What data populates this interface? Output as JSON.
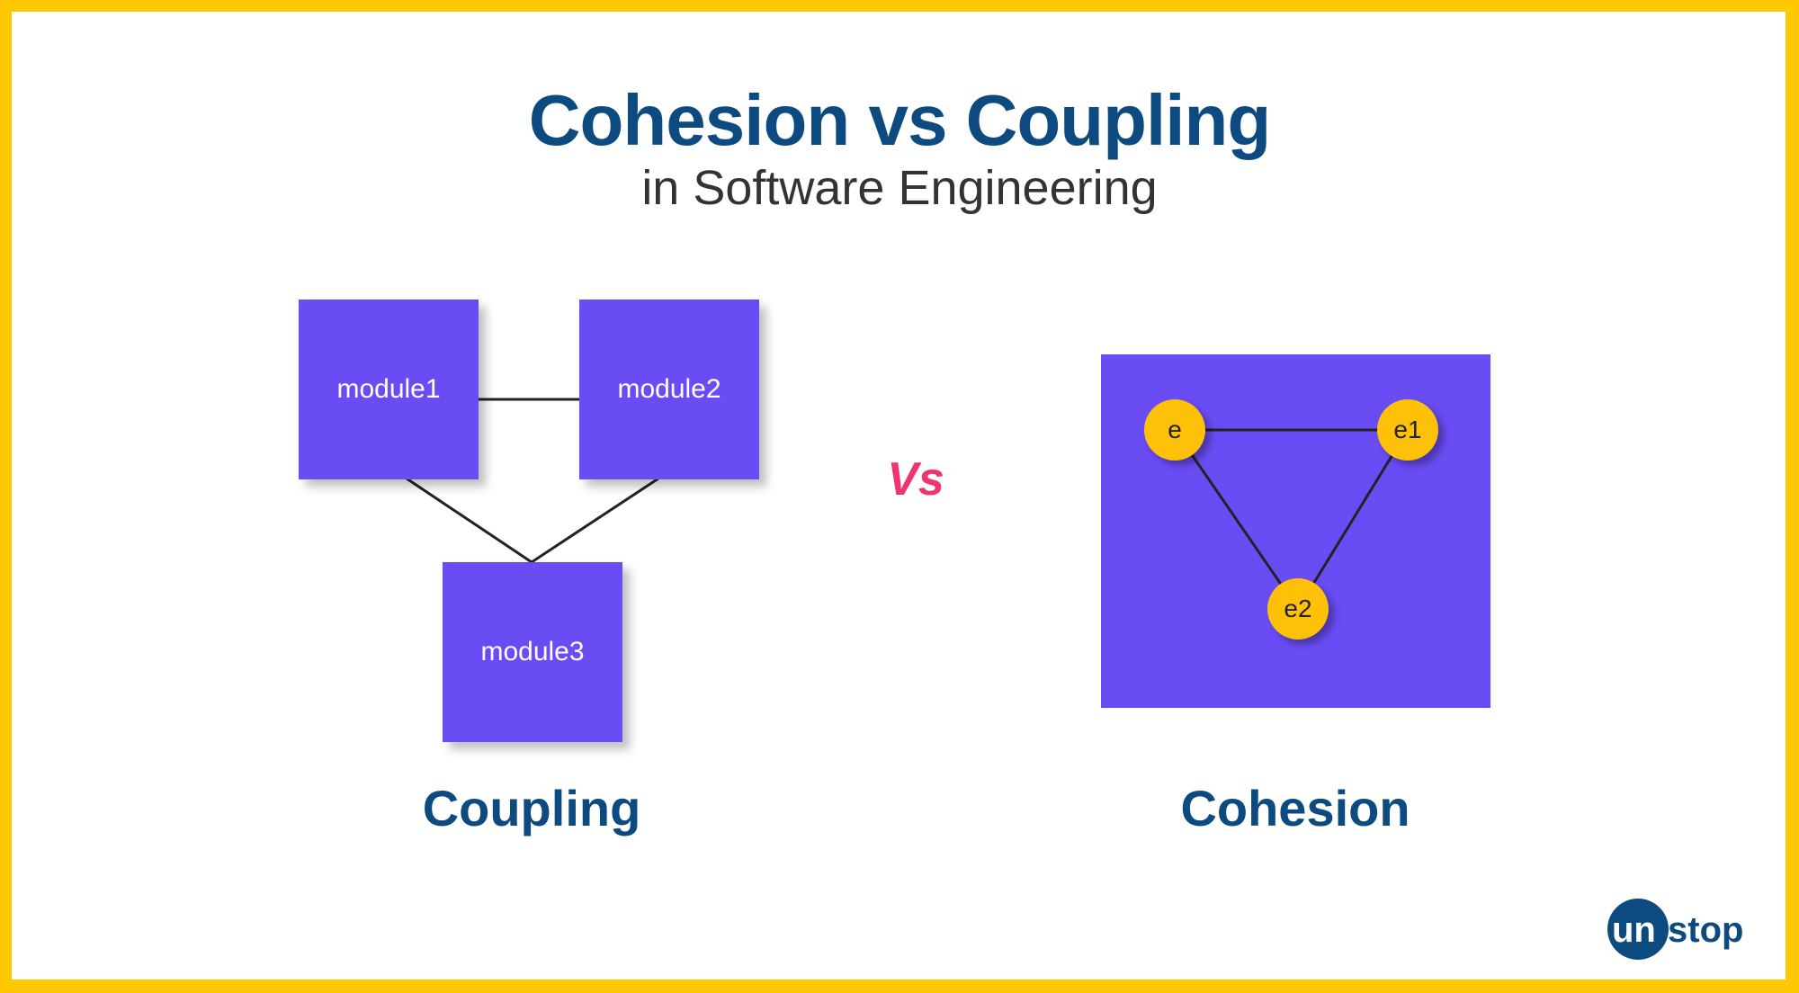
{
  "header": {
    "title": "Cohesion vs Coupling",
    "subtitle": "in Software Engineering"
  },
  "coupling": {
    "modules": [
      "module1",
      "module2",
      "module3"
    ],
    "label": "Coupling"
  },
  "vs_label": "Vs",
  "cohesion": {
    "elements": [
      "e",
      "e1",
      "e2"
    ],
    "label": "Cohesion"
  },
  "logo": {
    "text": "unstop"
  },
  "colors": {
    "border": "#ffc800",
    "module": "#6a4cf5",
    "node": "#ffc107",
    "title": "#0d4a80",
    "vs": "#f0356e"
  }
}
